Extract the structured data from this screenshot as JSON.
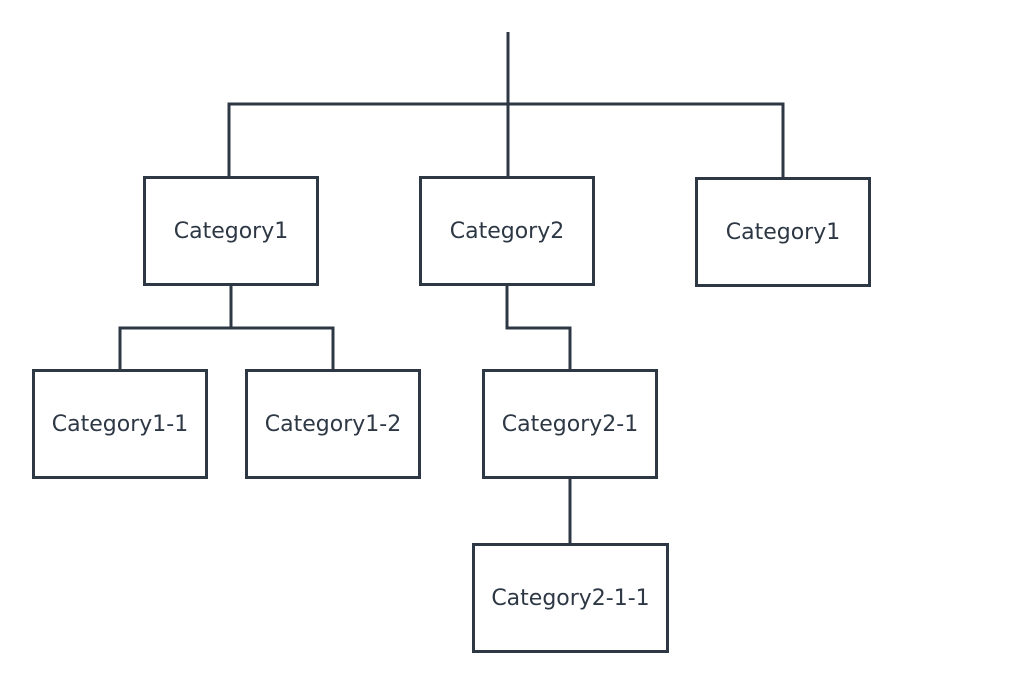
{
  "diagram": {
    "type": "tree",
    "line_color": "#2e3845",
    "node_border_color": "#2e3845",
    "text_color": "#2e3845",
    "nodes": {
      "cat1": "Category1",
      "cat2": "Category2",
      "cat3": "Category1",
      "cat1_1": "Category1-1",
      "cat1_2": "Category1-2",
      "cat2_1": "Category2-1",
      "cat2_1_1": "Category2-1-1"
    },
    "edges": [
      [
        "root",
        "cat1"
      ],
      [
        "root",
        "cat2"
      ],
      [
        "root",
        "cat3"
      ],
      [
        "cat1",
        "cat1_1"
      ],
      [
        "cat1",
        "cat1_2"
      ],
      [
        "cat2",
        "cat2_1"
      ],
      [
        "cat2_1",
        "cat2_1_1"
      ]
    ]
  }
}
